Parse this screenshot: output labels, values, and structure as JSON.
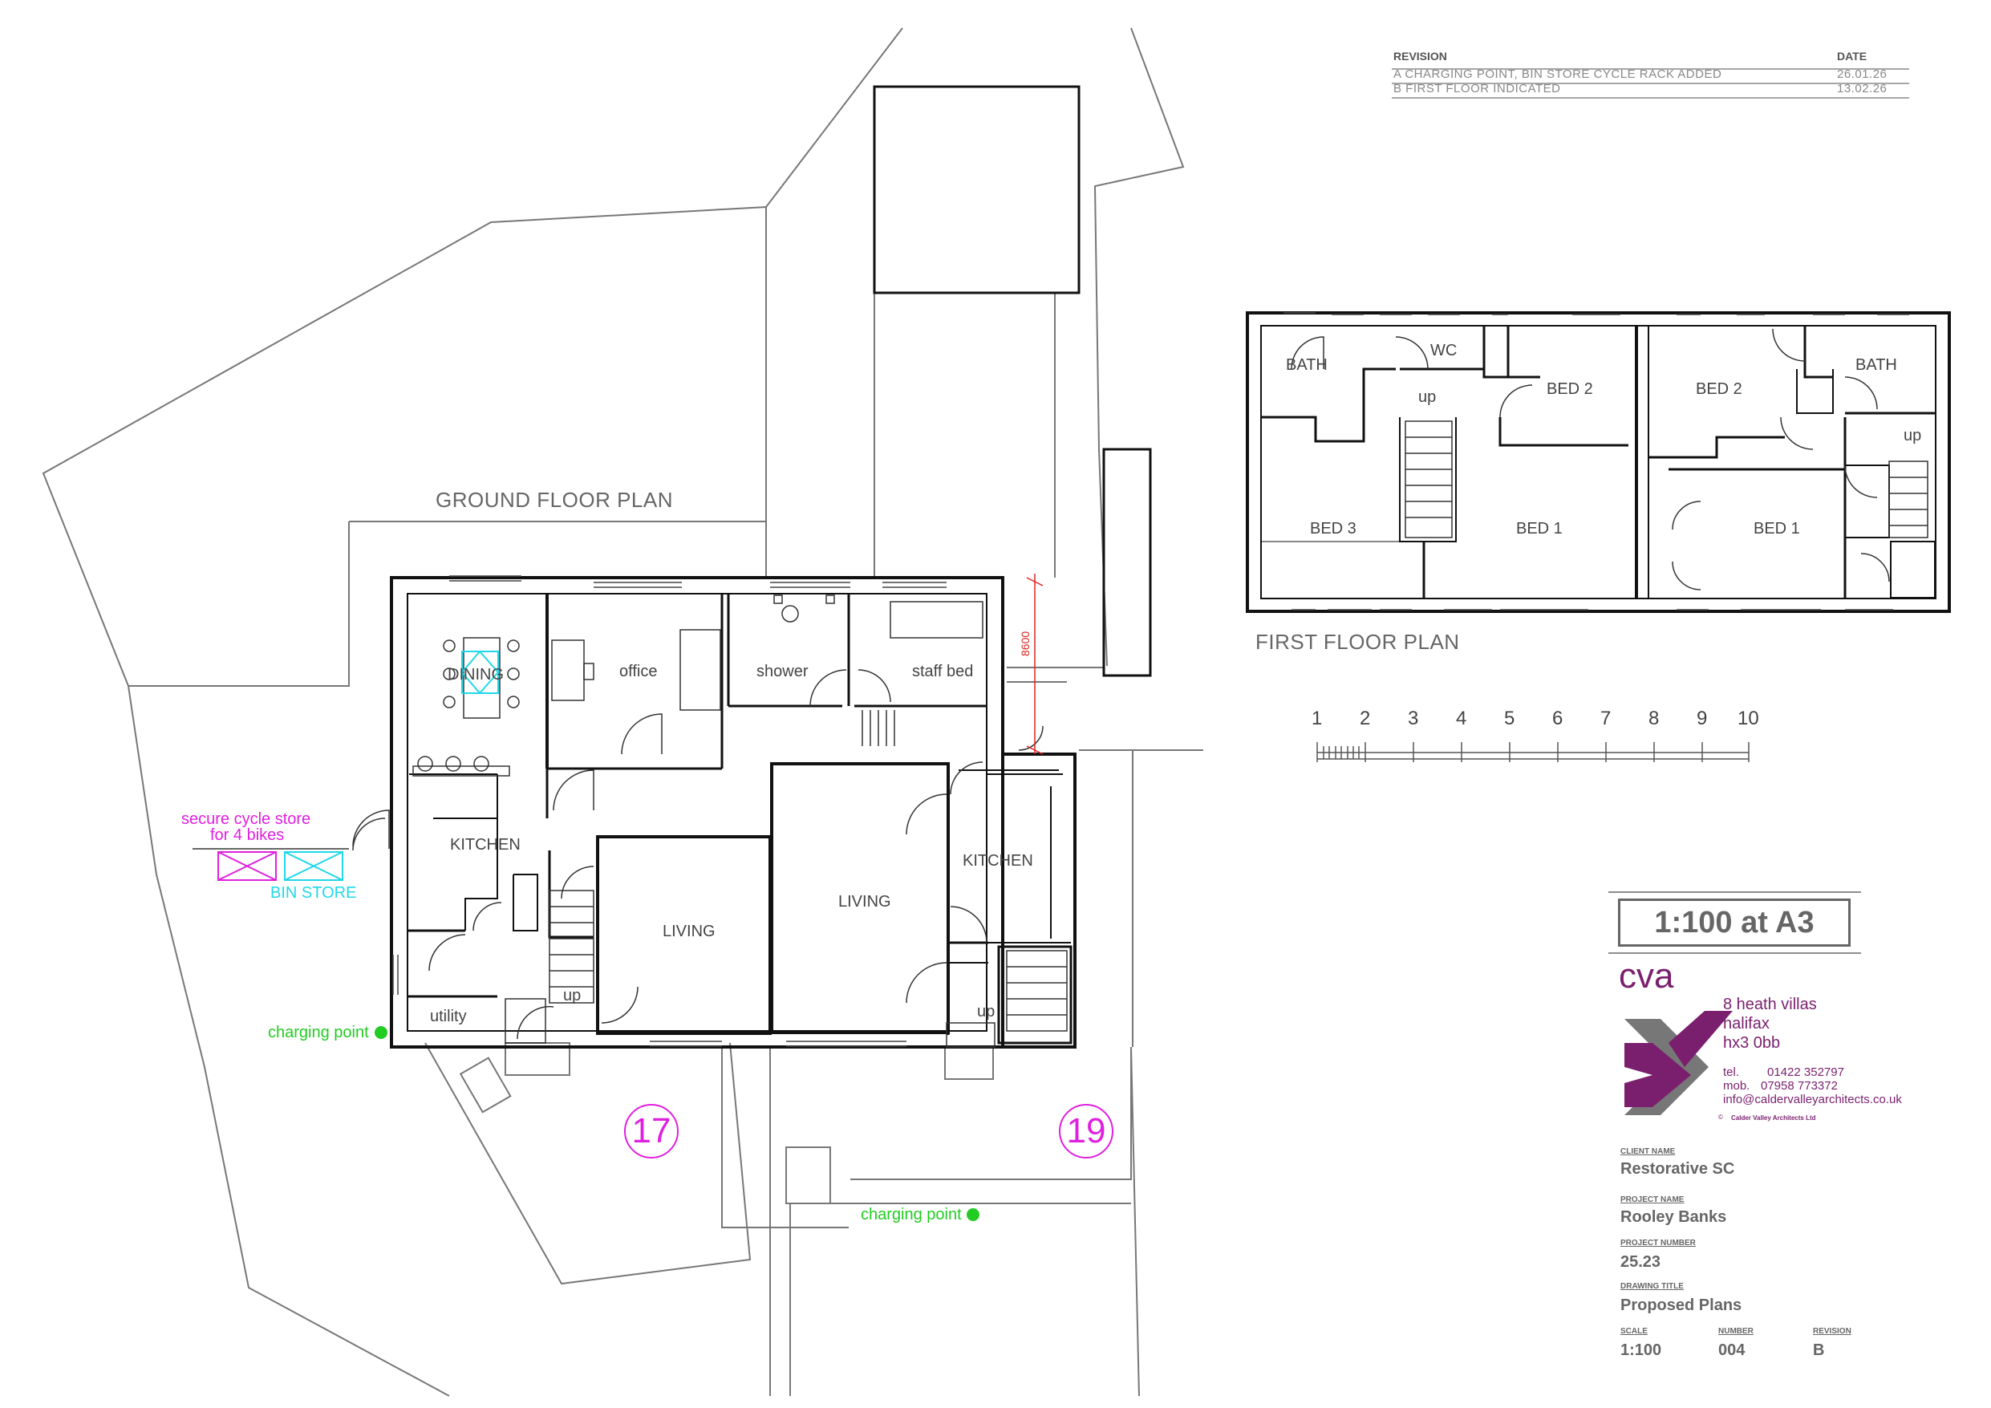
{
  "revision": {
    "header_label": "REVISION",
    "date_label": "DATE",
    "rows": [
      {
        "text": "A CHARGING POINT, BIN STORE CYCLE RACK ADDED",
        "date": "26.01.26"
      },
      {
        "text": "B FIRST FLOOR INDICATED",
        "date": "13.02.26"
      }
    ]
  },
  "ground_floor": {
    "title": "GROUND FLOOR PLAN",
    "rooms": {
      "dining": "DINING",
      "office": "office",
      "shower": "shower",
      "staff_bed": "staff bed",
      "kitchen_17": "KITCHEN",
      "living_17": "LIVING",
      "living_19": "LIVING",
      "kitchen_19": "KITCHEN",
      "utility": "utility",
      "up_17": "up",
      "up_19": "up"
    },
    "dimension": "8600",
    "cycle_store_line1": "secure cycle store",
    "cycle_store_line2": "for 4 bikes",
    "bin_store": "BIN STORE",
    "charging_point_1": "charging point",
    "charging_point_2": "charging point",
    "house_17": "17",
    "house_19": "19"
  },
  "first_floor": {
    "title": "FIRST FLOOR PLAN",
    "rooms": {
      "bath_left": "BATH",
      "wc": "WC",
      "bed2_left": "BED 2",
      "up_left": "up",
      "bed3": "BED 3",
      "bed1_left": "BED 1",
      "bed2_right": "BED 2",
      "bath_right": "BATH",
      "up_right": "up",
      "bed1_right": "BED 1"
    }
  },
  "scale_bar": {
    "ticks": [
      "1",
      "2",
      "3",
      "4",
      "5",
      "6",
      "7",
      "8",
      "9",
      "10"
    ]
  },
  "title_block": {
    "scale_note": "1:100 at A3",
    "logo_text": "cva",
    "address_line1": "8 heath villas",
    "address_line2": "halifax",
    "address_line3": "hx3 0bb",
    "tel_label": "tel.",
    "tel": "01422 352797",
    "mob_label": "mob.",
    "mob": "07958 773372",
    "email": "info@caldervalleyarchitects.co.uk",
    "copyright": "Calder Valley Architects Ltd",
    "client_label": "CLIENT NAME",
    "client": "Restorative SC",
    "project_label": "PROJECT NAME",
    "project": "Rooley Banks",
    "project_no_label": "PROJECT NUMBER",
    "project_no": "25.23",
    "drawing_title_label": "DRAWING TITLE",
    "drawing_title": "Proposed Plans",
    "scale_label": "SCALE",
    "scale": "1:100",
    "number_label": "NUMBER",
    "number": "004",
    "rev_label": "REVISION",
    "rev": "B"
  },
  "colors": {
    "wall": "#111111",
    "site_line": "#777777",
    "accent_purple": "#7a1f6e",
    "green": "#22cc22",
    "magenta": "#e020e0",
    "cyan": "#20d8e8",
    "dimension_red": "#dd2222"
  }
}
